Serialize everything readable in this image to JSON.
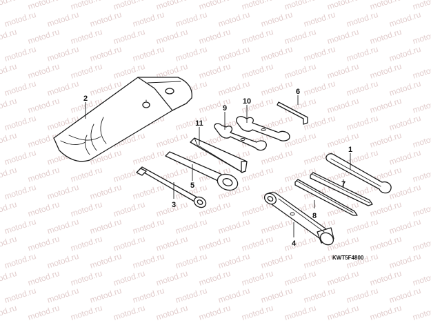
{
  "watermark": {
    "text": "motod.ru",
    "color": "#c9a3a3"
  },
  "diagram_code": "KWT5F4800",
  "callouts": {
    "c1": "1",
    "c2": "2",
    "c3": "3",
    "c4": "4",
    "c5": "5",
    "c6": "6",
    "c7": "7",
    "c8": "8",
    "c9": "9",
    "c10": "10",
    "c11": "11"
  },
  "parts": [
    {
      "ref": "1",
      "icon": "pin-spanner-icon"
    },
    {
      "ref": "2",
      "icon": "tool-bag-icon"
    },
    {
      "ref": "3",
      "icon": "extension-bar-icon"
    },
    {
      "ref": "4",
      "icon": "spark-plug-wrench-icon"
    },
    {
      "ref": "5",
      "icon": "ring-spanner-icon"
    },
    {
      "ref": "6",
      "icon": "hex-key-icon"
    },
    {
      "ref": "7",
      "icon": "screwdriver-icon"
    },
    {
      "ref": "8",
      "icon": "screwdriver-icon"
    },
    {
      "ref": "9",
      "icon": "open-end-wrench-icon"
    },
    {
      "ref": "10",
      "icon": "open-end-wrench-icon"
    },
    {
      "ref": "11",
      "icon": "handle-grip-icon"
    }
  ]
}
